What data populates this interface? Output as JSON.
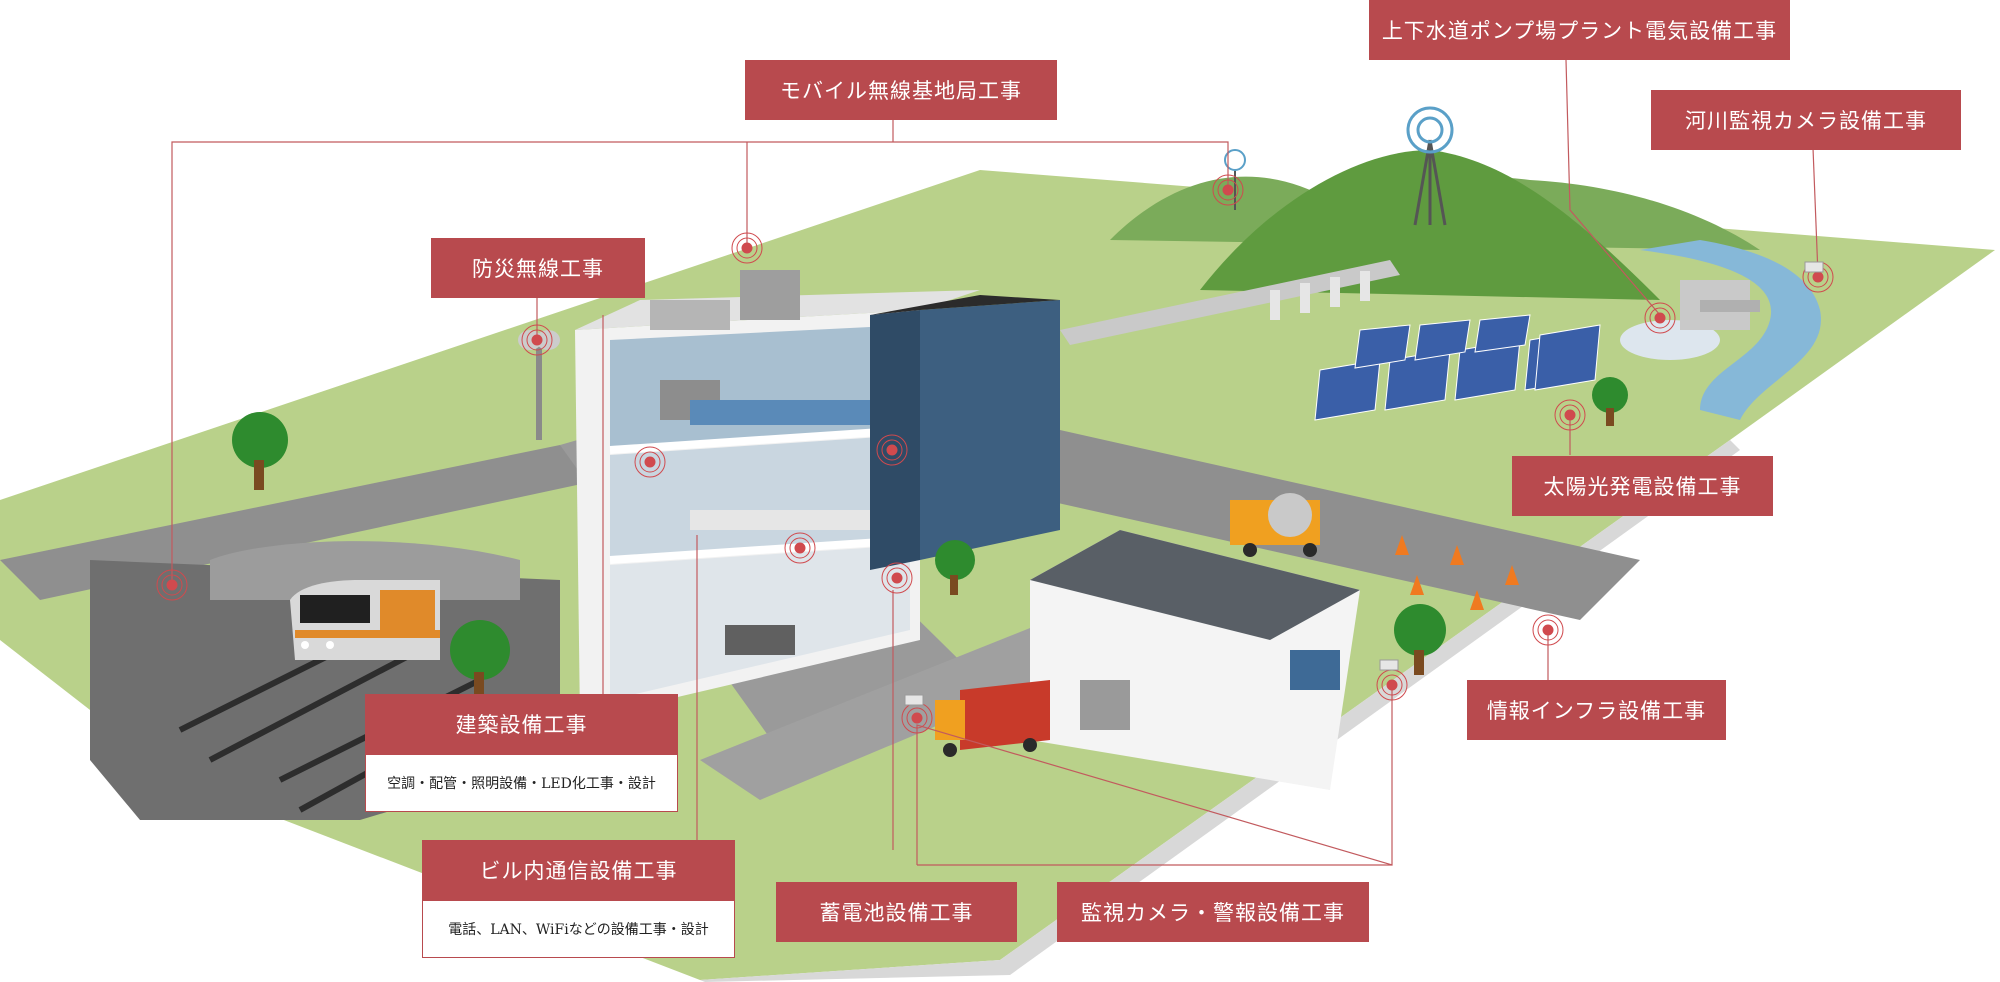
{
  "colors": {
    "label_bg": "#b84a4e",
    "label_text": "#ffffff",
    "leader_line": "#c25a5e",
    "grass": "#b9d18a",
    "road": "#8f8f8f",
    "mountain": "#5f9b3f",
    "river": "#86b8d8",
    "solar_panel": "#3a5fa8"
  },
  "labels": {
    "mobile_base_station": "モバイル無線基地局工事",
    "water_pump_plant": "上下水道ポンプ場プラント電気設備工事",
    "river_camera": "河川監視カメラ設備工事",
    "disaster_radio": "防災無線工事",
    "solar_power": "太陽光発電設備工事",
    "building_equipment": "建築設備工事",
    "building_equipment_detail": "空調・配管・照明設備・LED化工事・設計",
    "in_building_comm": "ビル内通信設備工事",
    "in_building_comm_detail": "電話、LAN、WiFiなどの設備工事・設計",
    "info_infra": "情報インフラ設備工事",
    "battery": "蓄電池設備工事",
    "surveillance_alarm": "監視カメラ・警報設備工事"
  },
  "icons": {
    "hotspot": "signal-hotspot-icon",
    "antenna": "antenna-tower-icon",
    "camera": "security-camera-icon",
    "speaker": "loudspeaker-icon"
  }
}
